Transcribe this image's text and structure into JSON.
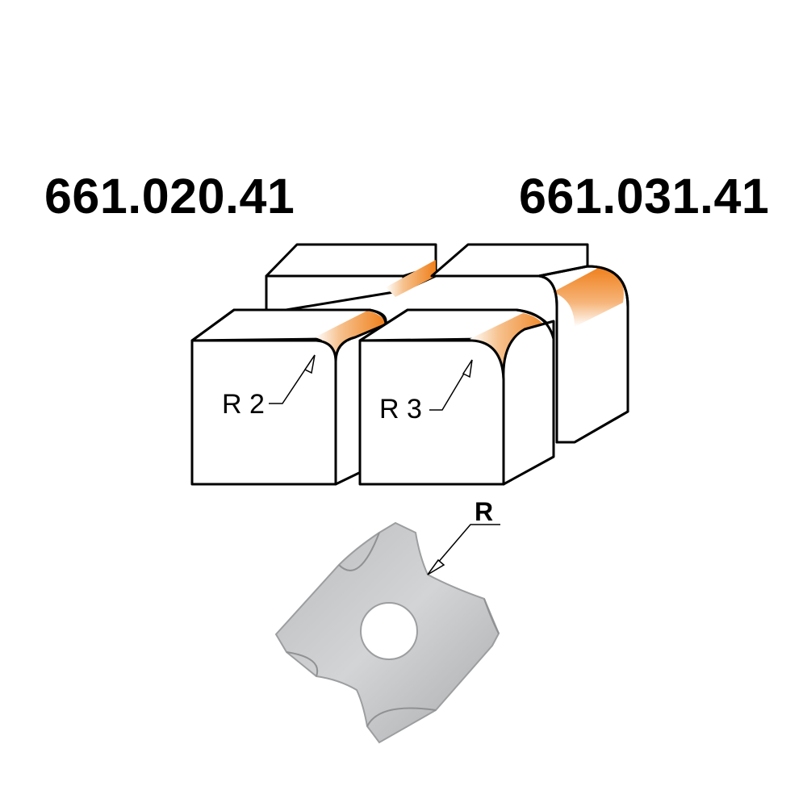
{
  "product_codes": {
    "left": "661.020.41",
    "right": "661.031.41"
  },
  "radius_labels": {
    "r2": "R 2",
    "r3": "R 3",
    "insert": "R"
  },
  "colors": {
    "accent": "#f08a2a",
    "insert_gray": "#c8cacc",
    "outline": "#000000"
  },
  "icons": {
    "arrow": "arrow-pointer-icon"
  }
}
